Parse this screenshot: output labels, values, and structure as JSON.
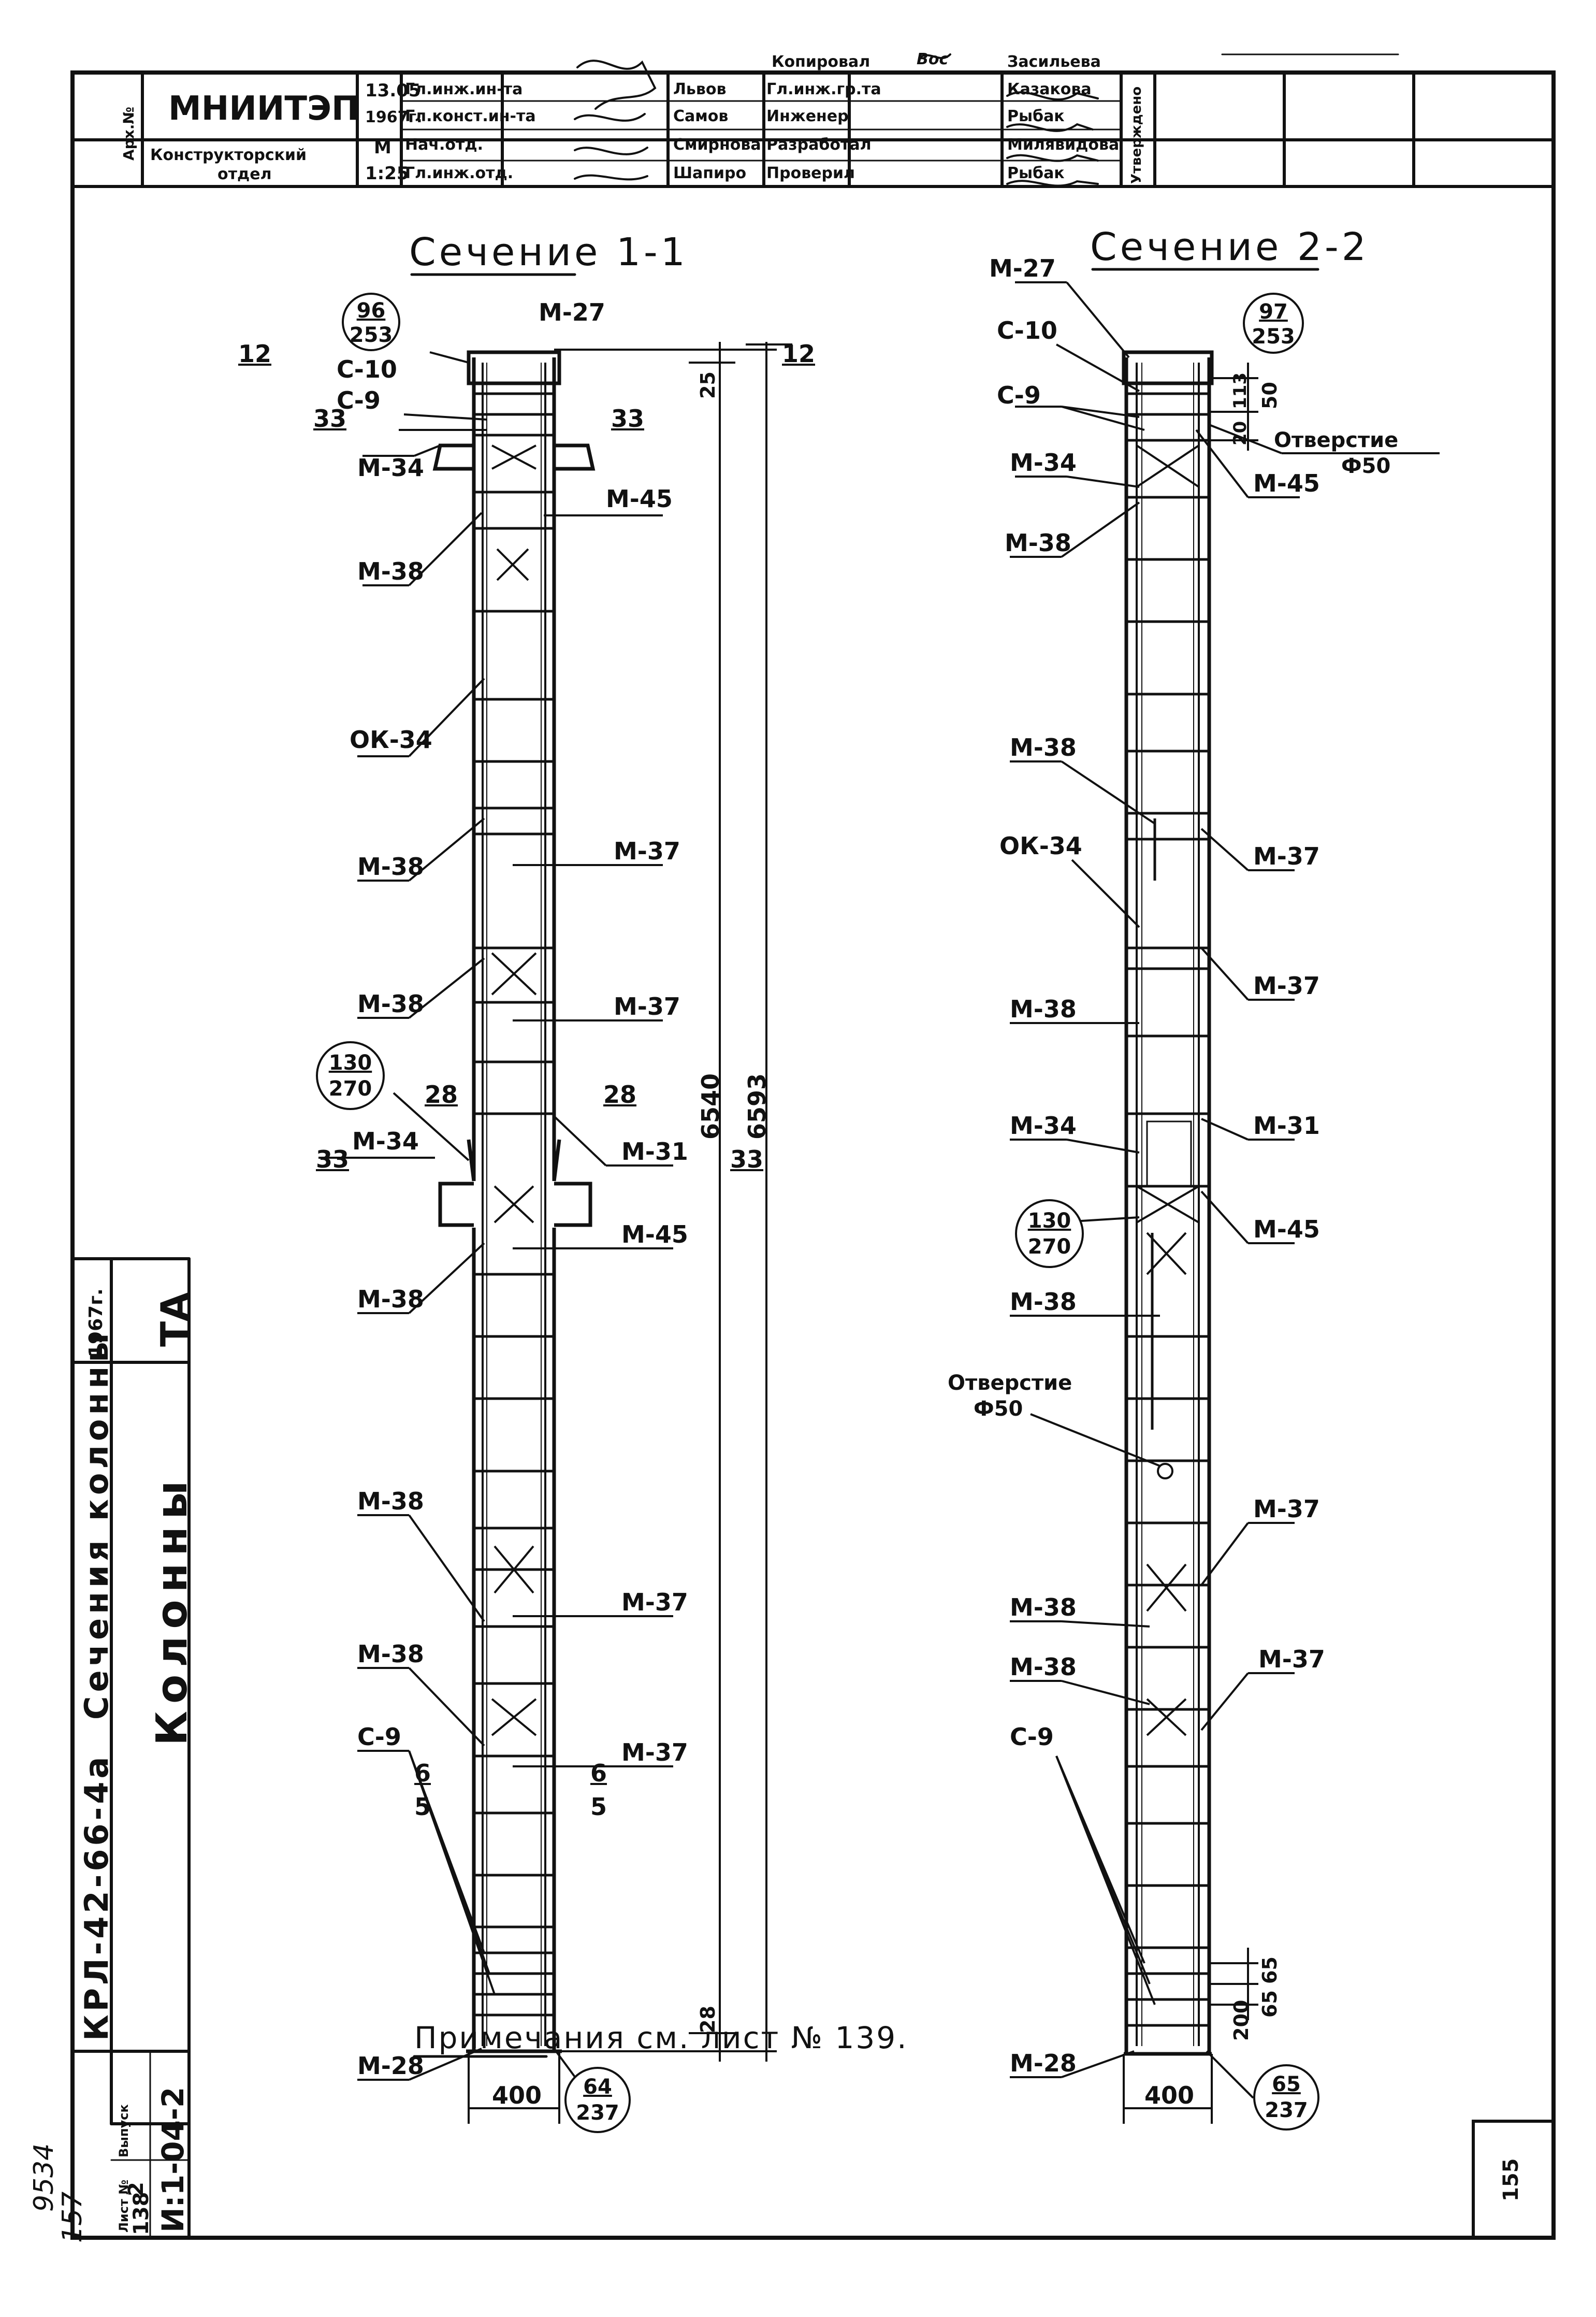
{
  "title_block": {
    "copied": "Копировал",
    "copied_signature": "Вос",
    "copied_name": "Засильева",
    "institute": "МНИИТЭП",
    "arch_no": "Арх.№",
    "department": "Конструкторский",
    "department_2": "отдел",
    "date_day": "13.05",
    "date_year": "1967г.",
    "scale_label": "М",
    "scale_value": "1:25",
    "approved_stamp": "Утверждено",
    "rows": [
      {
        "role": "Гл.инж.ин-та",
        "name": "Львов",
        "role2": "Гл.инж.гр.та",
        "name2": "Казакова"
      },
      {
        "role": "Гл.конст.ин-та",
        "name": "Самов",
        "role2": "Инженер",
        "name2": "Рыбак"
      },
      {
        "role": "Нач.отд.",
        "name": "Смирнова",
        "role2": "Разработал",
        "name2": "Милявидова"
      },
      {
        "role": "Гл.инж.отд.",
        "name": "Шапиро",
        "role2": "Проверил",
        "name2": "Рыбак"
      }
    ]
  },
  "section_1": {
    "title": "Сечение 1-1",
    "labels": [
      "М-27",
      "С-10",
      "С-9",
      "М-34",
      "М-45",
      "М-38",
      "ОК-34",
      "М-38",
      "М-37",
      "М-38",
      "М-37",
      "М-34",
      "М-31",
      "М-45",
      "М-38",
      "М-38",
      "М-37",
      "М-38",
      "С-9",
      "М-37",
      "М-28"
    ],
    "callout_top": {
      "num": "96",
      "den": "253"
    },
    "callout_mid": {
      "num": "130",
      "den": "270"
    },
    "callout_bot": {
      "num": "64",
      "den": "237"
    },
    "section_marks": [
      "12",
      "12",
      "33",
      "33",
      "28",
      "28",
      "33",
      "33",
      "6",
      "5",
      "6",
      "5"
    ],
    "dimensions": {
      "total": "6540",
      "total2": "6593",
      "top_offset": "25",
      "bottom_offset": "28",
      "width": "400"
    }
  },
  "section_2": {
    "title": "Сечение 2-2",
    "labels": [
      "М-27",
      "С-10",
      "С-9",
      "М-34",
      "М-45",
      "М-38",
      "М-38",
      "ОК-34",
      "М-37",
      "М-38",
      "М-37",
      "М-34",
      "М-31",
      "М-45",
      "М-38",
      "М-37",
      "М-38",
      "М-38",
      "М-37",
      "С-9",
      "М-28"
    ],
    "hole_label": "Отверстие",
    "hole_diameter": "Ф50",
    "callout_top": {
      "num": "97",
      "den": "253"
    },
    "callout_mid": {
      "num": "130",
      "den": "270"
    },
    "callout_bot": {
      "num": "65",
      "den": "237"
    },
    "dimensions": {
      "top_a": "50",
      "top_b": "20",
      "top_c": "113",
      "bottom_a": "65",
      "bottom_b": "65",
      "bottom_c": "200",
      "width": "400"
    }
  },
  "side_block": {
    "org": "ТА",
    "year": "1967г.",
    "title_main": "Колонны",
    "title_sub": "Сечения колонны",
    "mark": "КРЛ-42-66-4а",
    "series": "И:1-04-2",
    "issue_label": "Выпуск",
    "issue": "2",
    "sheet_label": "Лист №",
    "sheet": "138",
    "archive_a": "9534",
    "archive_b": "157"
  },
  "note": "Примечания см. лист № 139.",
  "page_number": "155"
}
